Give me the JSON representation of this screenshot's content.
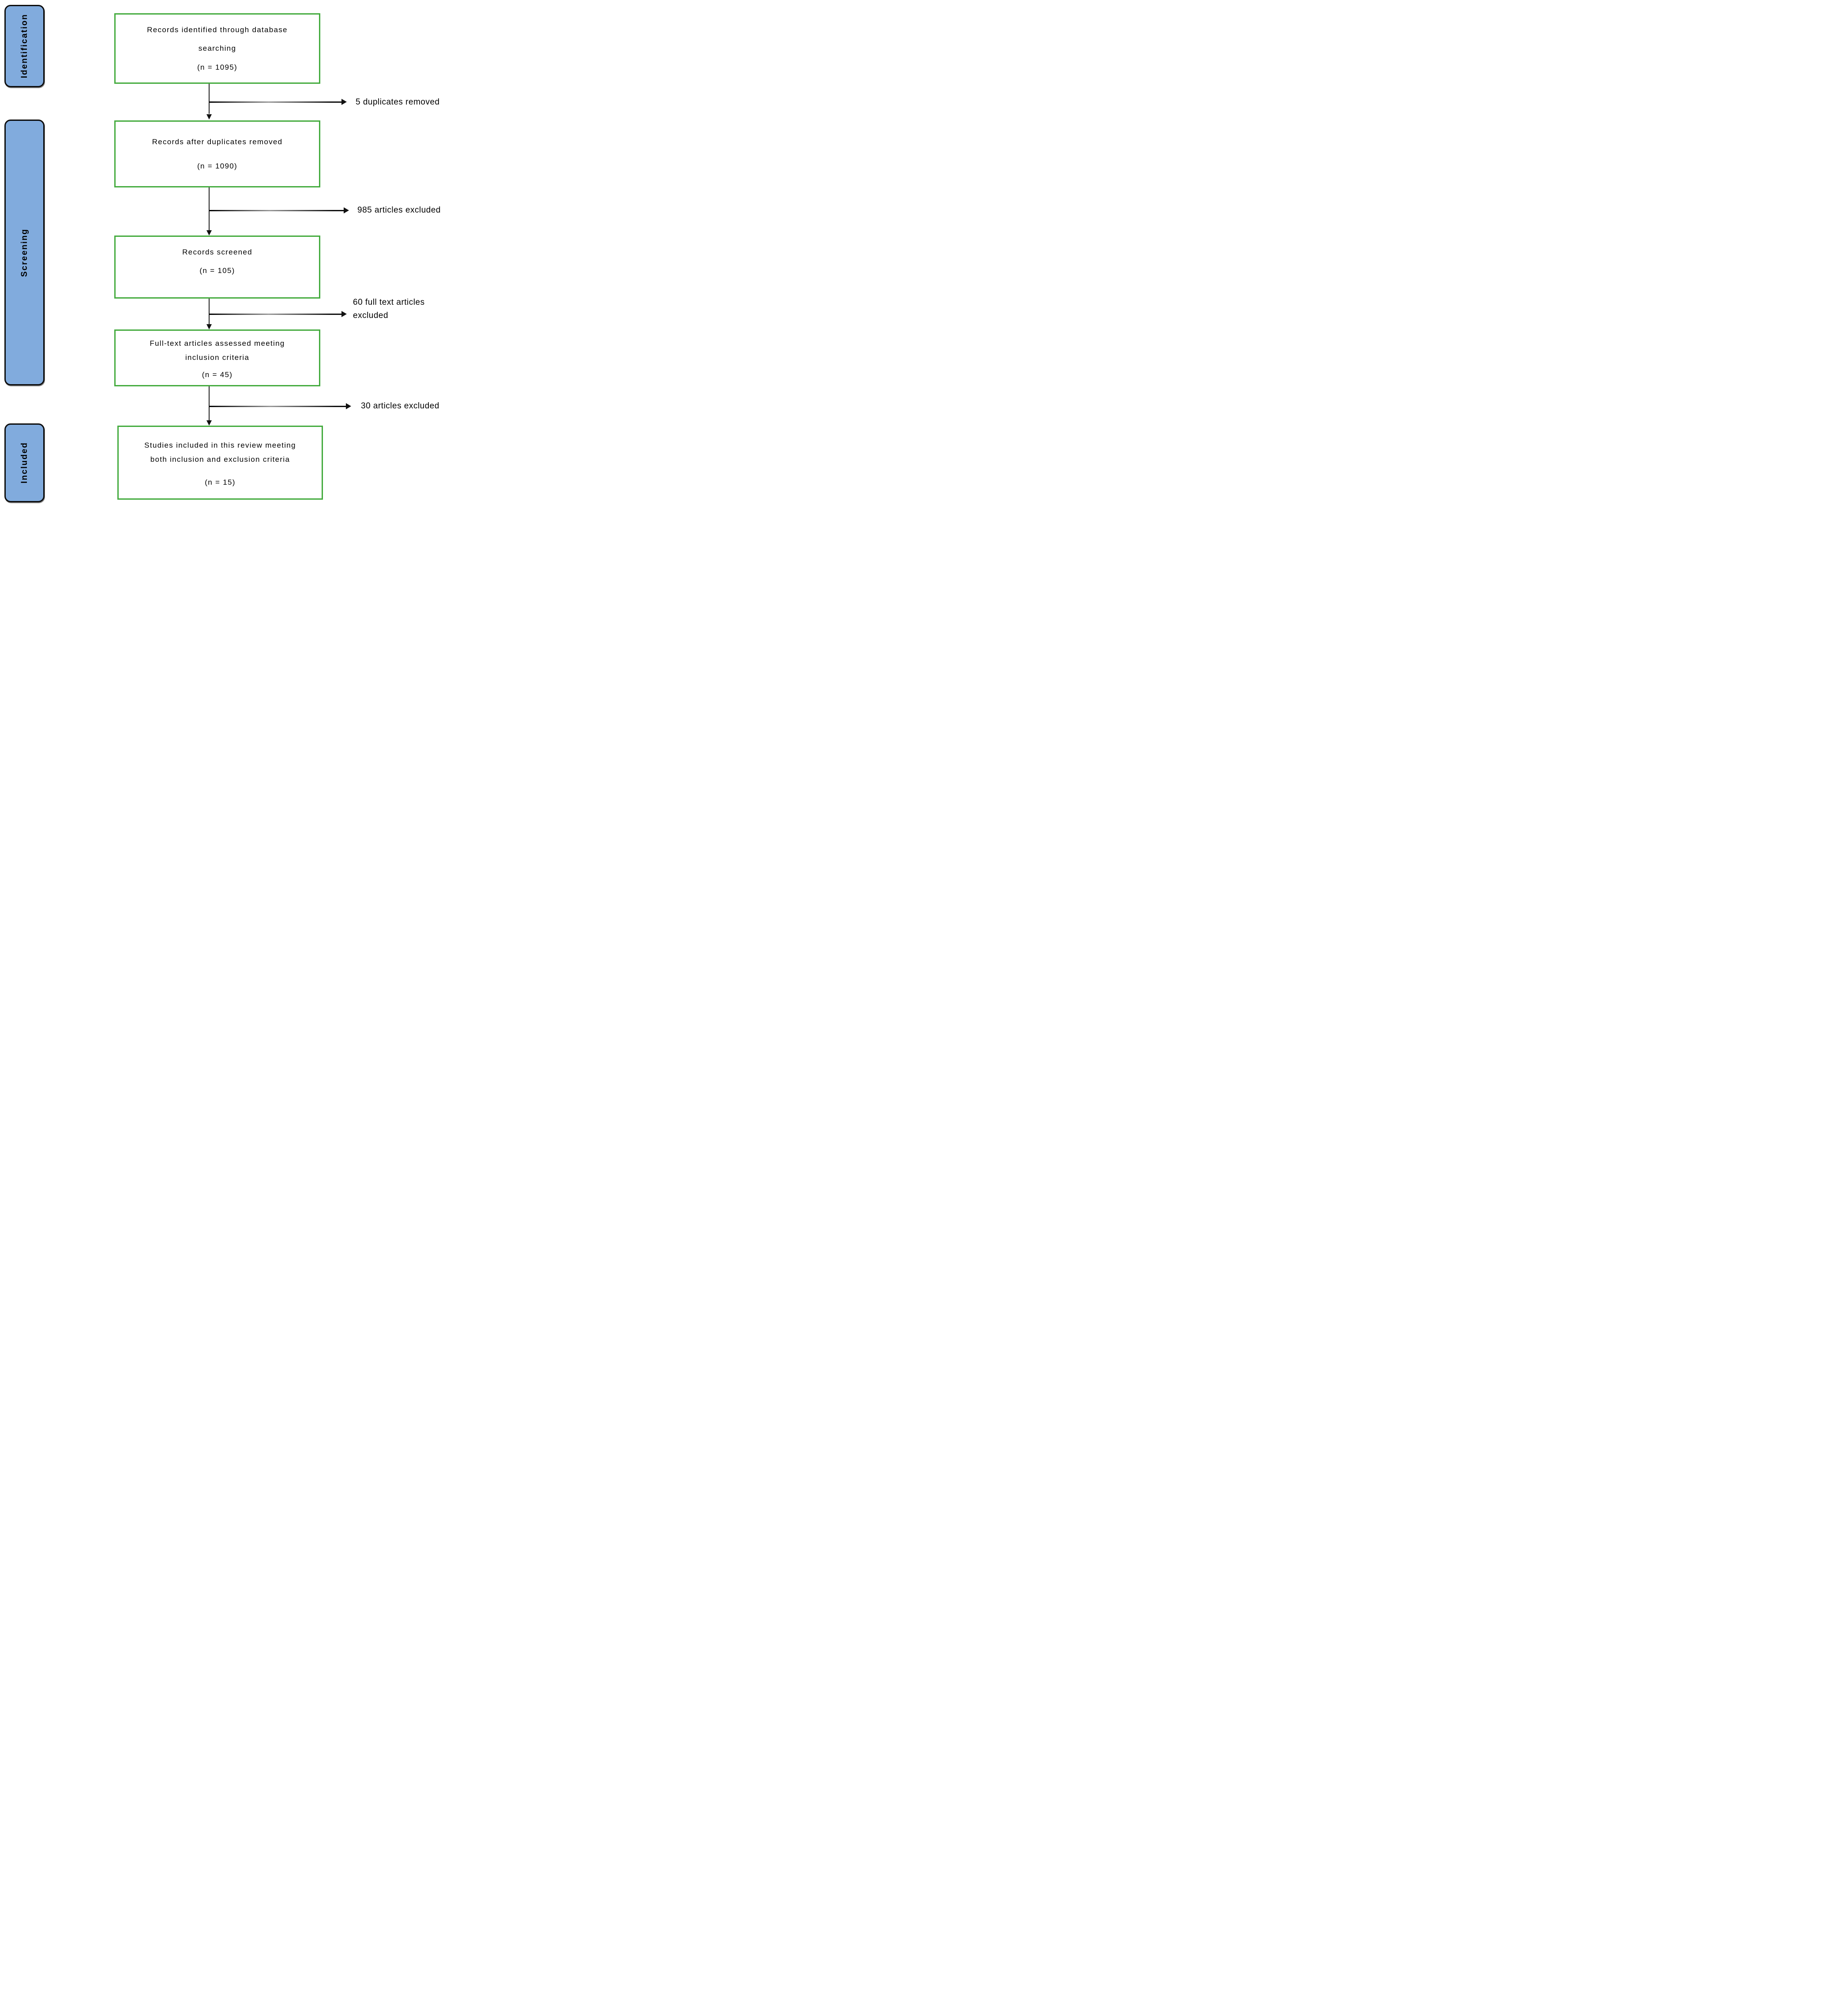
{
  "diagram": {
    "stages": [
      {
        "label": "Identification"
      },
      {
        "label": "Screening"
      },
      {
        "label": "Included"
      }
    ],
    "boxes": [
      {
        "lines": [
          "Records identified through database",
          "searching",
          "(n = 1095)"
        ]
      },
      {
        "lines": [
          "Records after duplicates removed",
          "(n = 1090)"
        ]
      },
      {
        "lines": [
          "Records screened",
          "(n = 105)"
        ]
      },
      {
        "lines": [
          "Full-text articles assessed meeting",
          "inclusion criteria",
          "(n = 45)"
        ]
      },
      {
        "lines": [
          "Studies included in this review meeting",
          "both inclusion and exclusion criteria",
          "(n = 15)"
        ]
      }
    ],
    "side_labels": [
      {
        "lines": [
          "5 duplicates removed"
        ]
      },
      {
        "lines": [
          "985 articles excluded"
        ]
      },
      {
        "lines": [
          "60 full text articles",
          "excluded"
        ]
      },
      {
        "lines": [
          "30 articles excluded"
        ]
      }
    ],
    "colors": {
      "box_border_green": "#44ab3e",
      "stage_fill_blue": "#81abdd",
      "stage_border_black": "#0d0d0d",
      "connector_black": "#1d1d1d",
      "text_black": "#000000"
    }
  }
}
